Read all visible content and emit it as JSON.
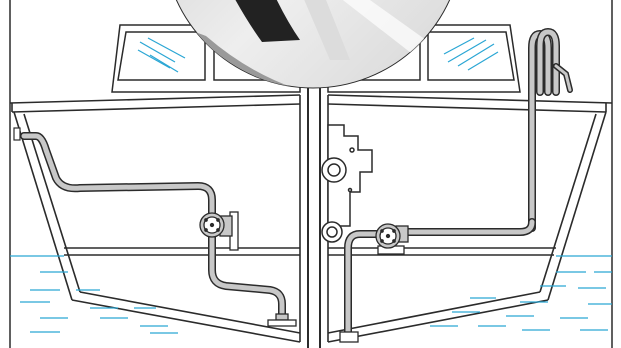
{
  "diagram": {
    "type": "boat bilge pump plumbing illustration",
    "panels": [
      "left-hull-cutaway",
      "right-hull-cutaway"
    ],
    "colors": {
      "outline": "#2b2b2b",
      "water": "#2aa6d4",
      "hose_outer": "#2b2b2b",
      "hose_inner": "#c8c8c8",
      "window_glare": "#2aa6d4",
      "photo_bg": "#e8e8e8",
      "photo_dark": "#222222"
    },
    "icons": [
      "pump-icon",
      "strainer-icon",
      "engine-icon",
      "coiled-hose-icon",
      "inset-photo"
    ]
  }
}
